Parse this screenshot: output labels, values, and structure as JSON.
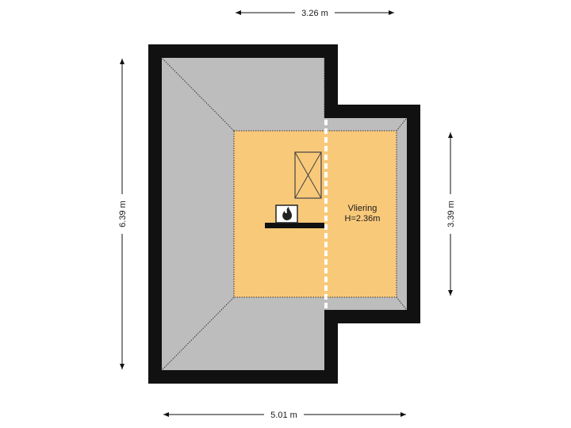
{
  "colors": {
    "wall": "#111111",
    "roof": "#bdbdbd",
    "floor": "#f9c97a",
    "dimension_line": "#111111",
    "text": "#1a1a1a"
  },
  "dimensions": {
    "top": "3.26 m",
    "bottom": "5.01 m",
    "left": "6.39 m",
    "right": "3.39 m"
  },
  "room": {
    "name": "Vliering",
    "height": "H=2.36m"
  },
  "icons": {
    "skylight": "roof-hatch-icon",
    "heater": "boiler-flame-icon"
  }
}
